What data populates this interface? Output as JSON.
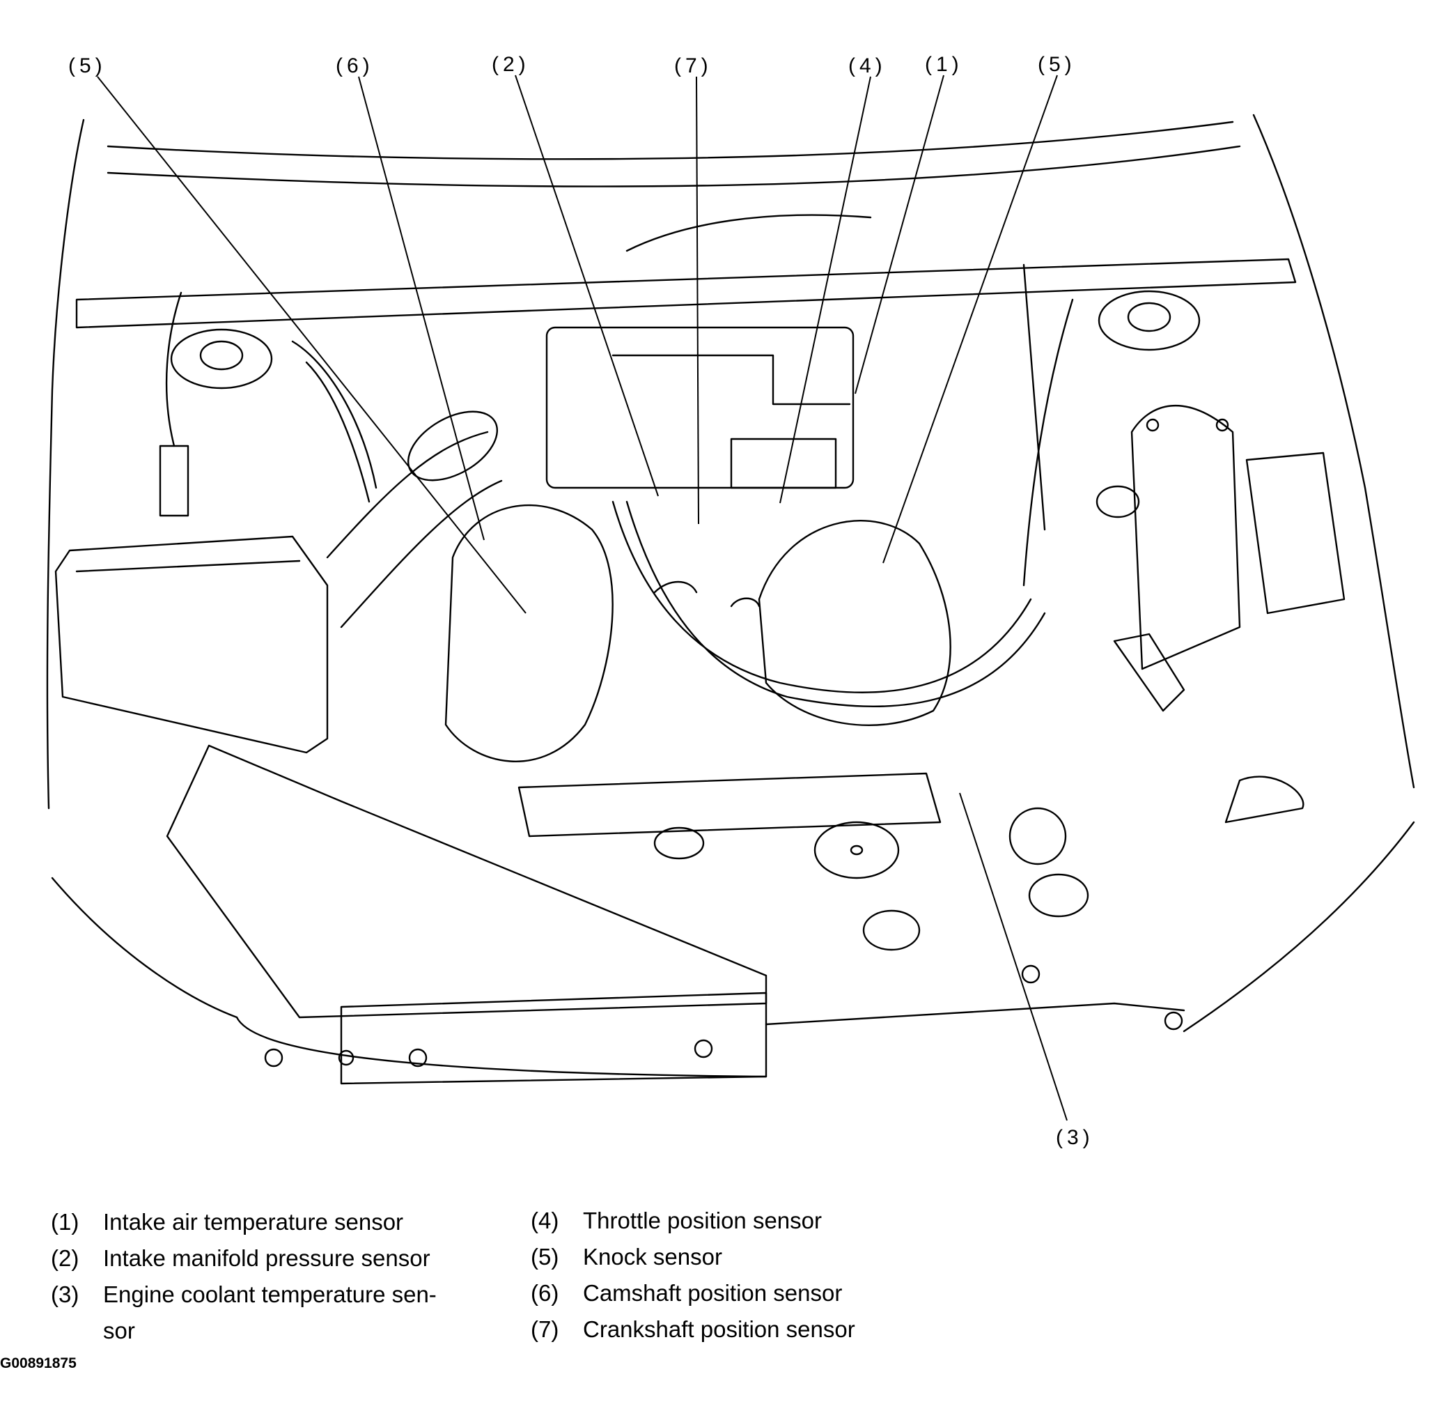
{
  "callouts": [
    {
      "id": "c5a",
      "label": "(5)"
    },
    {
      "id": "c6",
      "label": "(6)"
    },
    {
      "id": "c2",
      "label": "(2)"
    },
    {
      "id": "c7",
      "label": "(7)"
    },
    {
      "id": "c4",
      "label": "(4)"
    },
    {
      "id": "c1",
      "label": "(1)"
    },
    {
      "id": "c5b",
      "label": "(5)"
    },
    {
      "id": "c3",
      "label": "(3)"
    }
  ],
  "legend": {
    "column1": [
      {
        "num": "(1)",
        "text": "Intake air temperature sensor"
      },
      {
        "num": "(2)",
        "text": "Intake manifold pressure sensor"
      },
      {
        "num": "(3)",
        "text": "Engine coolant temperature sen-",
        "text2": "sor"
      }
    ],
    "column2": [
      {
        "num": "(4)",
        "text": "Throttle position sensor"
      },
      {
        "num": "(5)",
        "text": "Knock sensor"
      },
      {
        "num": "(6)",
        "text": "Camshaft position sensor"
      },
      {
        "num": "(7)",
        "text": "Crankshaft position sensor"
      }
    ]
  },
  "figure_code": "G00891875"
}
